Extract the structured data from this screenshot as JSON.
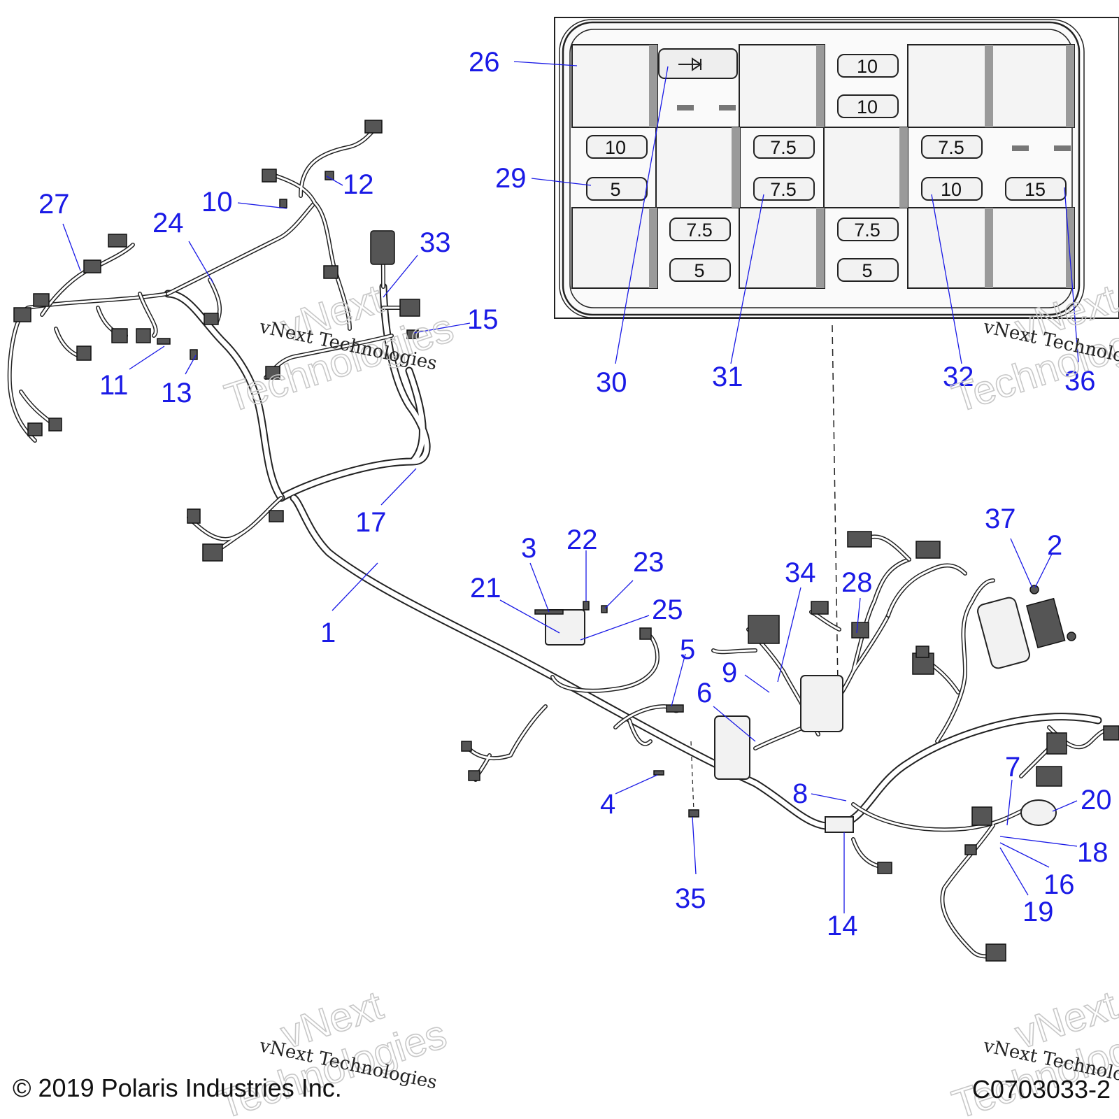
{
  "callouts": [
    "1",
    "2",
    "3",
    "4",
    "5",
    "6",
    "7",
    "8",
    "9",
    "10",
    "11",
    "12",
    "13",
    "14",
    "15",
    "16",
    "17",
    "18",
    "19",
    "20",
    "21",
    "22",
    "23",
    "24",
    "25",
    "26",
    "27",
    "28",
    "29",
    "30",
    "31",
    "32",
    "33",
    "34",
    "35",
    "36",
    "37"
  ],
  "fuse_box": {
    "fuses": [
      "10",
      "10",
      "10",
      "5",
      "7.5",
      "7.5",
      "7.5",
      "10",
      "15",
      "7.5",
      "5",
      "7.5",
      "5"
    ]
  },
  "watermark": {
    "brand": "vNext Technologies",
    "big_word_1": "vNext",
    "big_word_2": "Technologies"
  },
  "footer": {
    "copyright": "© 2019 Polaris Industries Inc.",
    "figure_code": "C0703033-2"
  },
  "colors": {
    "callout": "#1a1ae6",
    "line_art": "#222222",
    "background": "#ffffff"
  }
}
